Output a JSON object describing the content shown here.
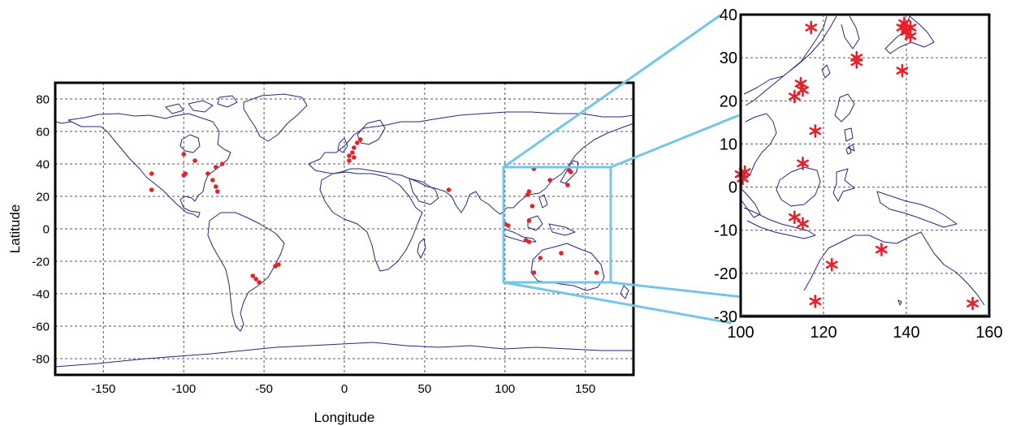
{
  "colors": {
    "coast": "#27277a",
    "marker": "#e8202a",
    "zoom_box": "#74c6e8",
    "grid": "#555555",
    "frame": "#000000"
  },
  "chart_data": [
    {
      "type": "scatter",
      "xlabel": "Longitude",
      "ylabel": "Latitude",
      "xlim": [
        -180,
        180
      ],
      "ylim": [
        -90,
        90
      ],
      "x_ticks": [
        "-150",
        "-100",
        "-50",
        "0",
        "50",
        "100",
        "150"
      ],
      "y_ticks": [
        "80",
        "60",
        "40",
        "20",
        "0",
        "-20",
        "-40",
        "-60",
        "-80"
      ],
      "grid": true,
      "marker": "dot",
      "points": [
        [
          -120,
          34
        ],
        [
          -120,
          24
        ],
        [
          -100,
          46
        ],
        [
          -99,
          34
        ],
        [
          -100,
          33
        ],
        [
          -93,
          42
        ],
        [
          -85,
          34
        ],
        [
          -80,
          38
        ],
        [
          -76,
          40
        ],
        [
          -82,
          30
        ],
        [
          -80,
          26
        ],
        [
          -79,
          23
        ],
        [
          -57,
          -29
        ],
        [
          -55,
          -31
        ],
        [
          -53,
          -33
        ],
        [
          -43,
          -23
        ],
        [
          -41,
          -22
        ],
        [
          3,
          45
        ],
        [
          5,
          47
        ],
        [
          6,
          50
        ],
        [
          8,
          53
        ],
        [
          10,
          55
        ],
        [
          6,
          44
        ],
        [
          3,
          42
        ],
        [
          65,
          24
        ],
        [
          118,
          37
        ],
        [
          115,
          23
        ],
        [
          114,
          21
        ],
        [
          117,
          14
        ],
        [
          115,
          5
        ],
        [
          100,
          3
        ],
        [
          102,
          2
        ],
        [
          113,
          -7
        ],
        [
          115,
          -8
        ],
        [
          122,
          -18
        ],
        [
          135,
          -15
        ],
        [
          118,
          -27
        ],
        [
          157,
          -27
        ],
        [
          128,
          30
        ],
        [
          139,
          27
        ],
        [
          140,
          36
        ],
        [
          141,
          35
        ]
      ]
    },
    {
      "type": "scatter",
      "xlim": [
        100,
        160
      ],
      "ylim": [
        -30,
        40
      ],
      "x_ticks": [
        "100",
        "120",
        "140",
        "160"
      ],
      "y_ticks": [
        "40",
        "30",
        "20",
        "10",
        "0",
        "-10",
        "-20",
        "-30"
      ],
      "grid": true,
      "marker": "star",
      "points": [
        [
          117,
          37
        ],
        [
          139,
          37
        ],
        [
          140,
          36
        ],
        [
          141,
          35
        ],
        [
          139.5,
          38
        ],
        [
          141,
          37
        ],
        [
          128,
          30
        ],
        [
          128,
          29
        ],
        [
          139,
          27
        ],
        [
          114.5,
          24
        ],
        [
          115,
          22.5
        ],
        [
          113,
          21
        ],
        [
          118,
          13
        ],
        [
          115,
          5.5
        ],
        [
          100,
          3
        ],
        [
          100.5,
          2
        ],
        [
          101,
          3.5
        ],
        [
          113,
          -7
        ],
        [
          115,
          -8.5
        ],
        [
          122,
          -18
        ],
        [
          134,
          -14.5
        ],
        [
          118,
          -26.5
        ],
        [
          156,
          -27
        ]
      ]
    }
  ]
}
